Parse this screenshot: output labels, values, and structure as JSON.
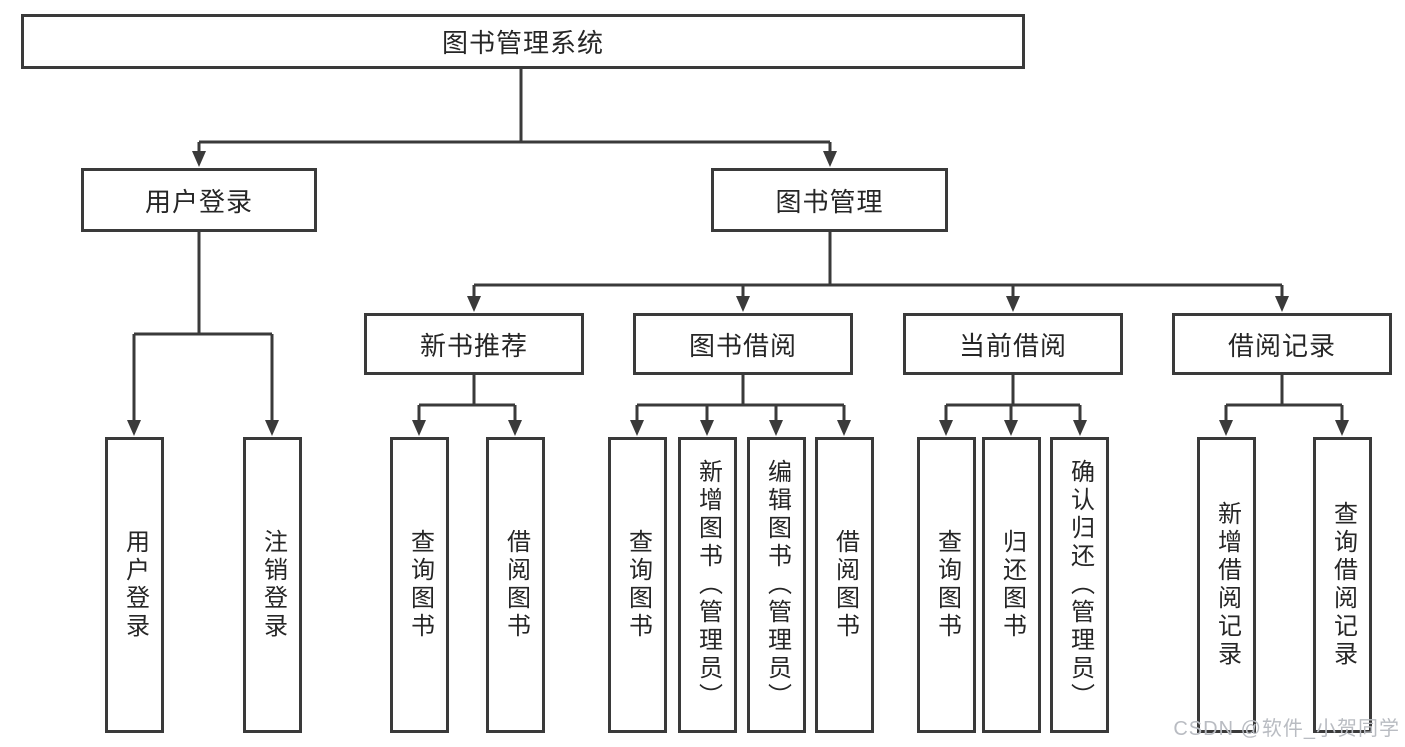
{
  "watermark": "CSDN @软件_小贺同学",
  "tree": {
    "label": "图书管理系统",
    "children": [
      {
        "label": "用户登录",
        "children": [
          {
            "label": "用户登录"
          },
          {
            "label": "注销登录"
          }
        ]
      },
      {
        "label": "图书管理",
        "children": [
          {
            "label": "新书推荐",
            "children": [
              {
                "label": "查询图书"
              },
              {
                "label": "借阅图书"
              }
            ]
          },
          {
            "label": "图书借阅",
            "children": [
              {
                "label": "查询图书"
              },
              {
                "label": "新增图书（管理员）"
              },
              {
                "label": "编辑图书（管理员）"
              },
              {
                "label": "借阅图书"
              }
            ]
          },
          {
            "label": "当前借阅",
            "children": [
              {
                "label": "查询图书"
              },
              {
                "label": "归还图书"
              },
              {
                "label": "确认归还（管理员）"
              }
            ]
          },
          {
            "label": "借阅记录",
            "children": [
              {
                "label": "新增借阅记录"
              },
              {
                "label": "查询借阅记录"
              }
            ]
          }
        ]
      }
    ]
  },
  "colors": {
    "line": "#3a3a3a",
    "text": "#262626",
    "watermark": "#b9bcc2",
    "background": "#ffffff"
  }
}
